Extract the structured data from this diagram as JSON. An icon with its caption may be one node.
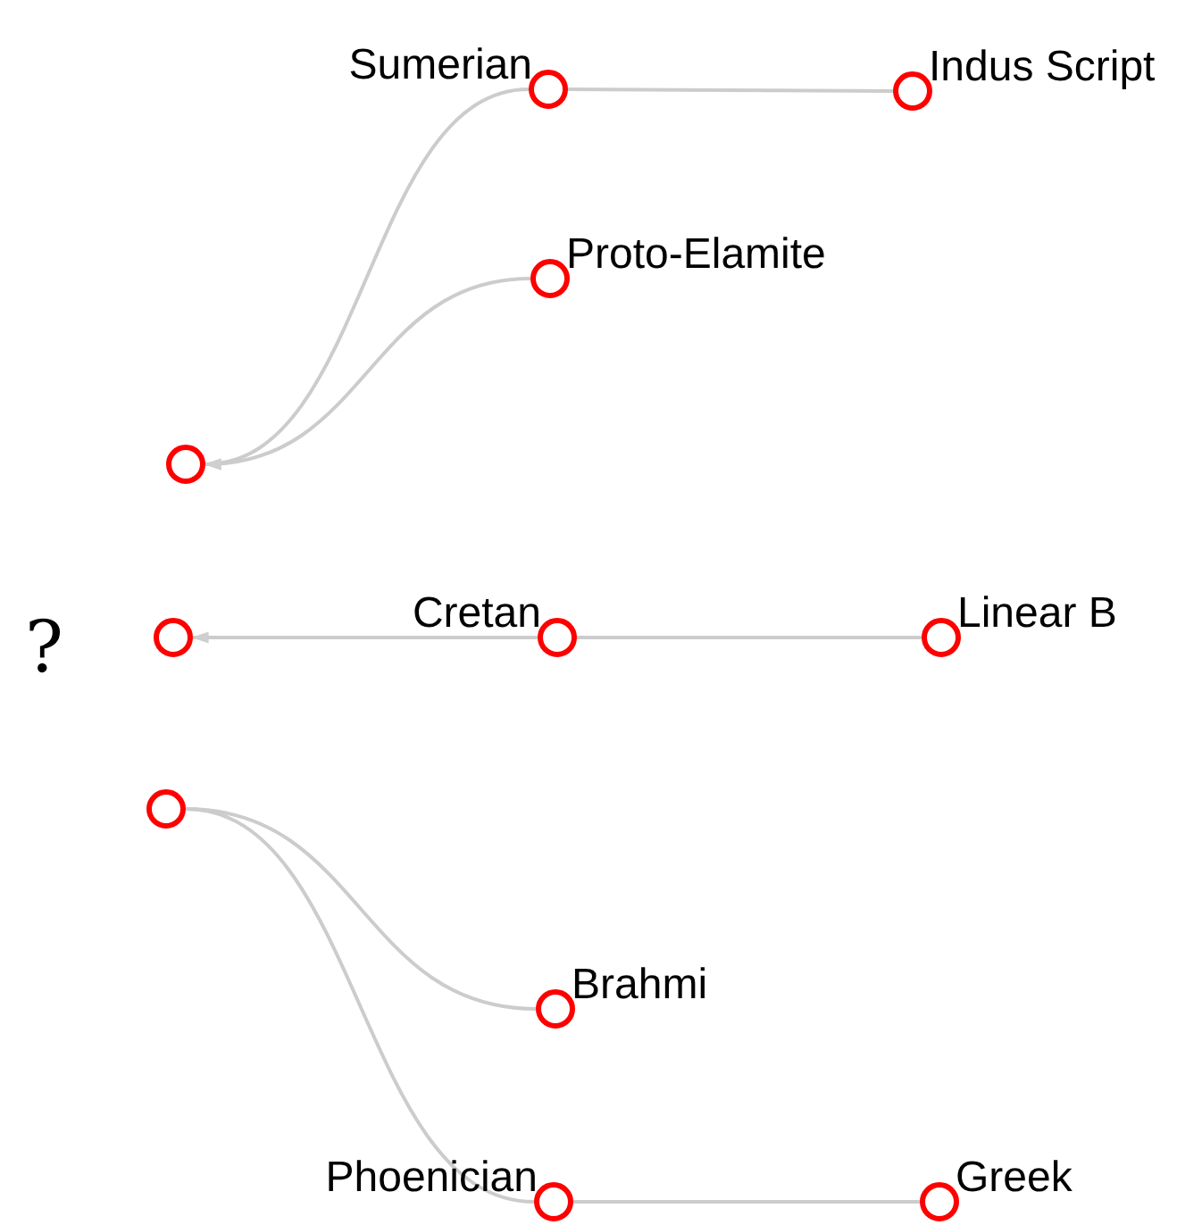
{
  "diagram": {
    "nodes": [
      {
        "text": [
          "Sumerian"
        ]
      },
      {
        "text": [
          "Indus Script"
        ]
      },
      {
        "text": [
          "Proto-Elamite"
        ]
      },
      {
        "text": [],
        "shape": "circle"
      },
      {
        "text": [],
        "shape": "circle"
      },
      {
        "text": [
          "Cretan"
        ]
      },
      {
        "text": [
          "Linear B"
        ]
      },
      {
        "text": [],
        "shape": "circle"
      },
      {
        "text": [
          "Brahmi"
        ]
      },
      {
        "text": [
          "Phoenician"
        ]
      },
      {
        "text": [
          "Greek"
        ]
      }
    ],
    "edges": [
      {
        "from": 0,
        "to": 1,
        "arrow": "none"
      },
      {
        "from": 0,
        "to": 3,
        "arrow": "to"
      },
      {
        "from": 2,
        "to": 3,
        "arrow": "to"
      },
      {
        "from": 5,
        "to": 4,
        "arrow": "to"
      },
      {
        "from": 5,
        "to": 6,
        "arrow": "none"
      },
      {
        "from": 7,
        "to": 8,
        "arrow": "none"
      },
      {
        "from": 7,
        "to": 9,
        "arrow": "none"
      },
      {
        "from": 9,
        "to": 10,
        "arrow": "none"
      }
    ],
    "labels": [
      "?"
    ]
  }
}
